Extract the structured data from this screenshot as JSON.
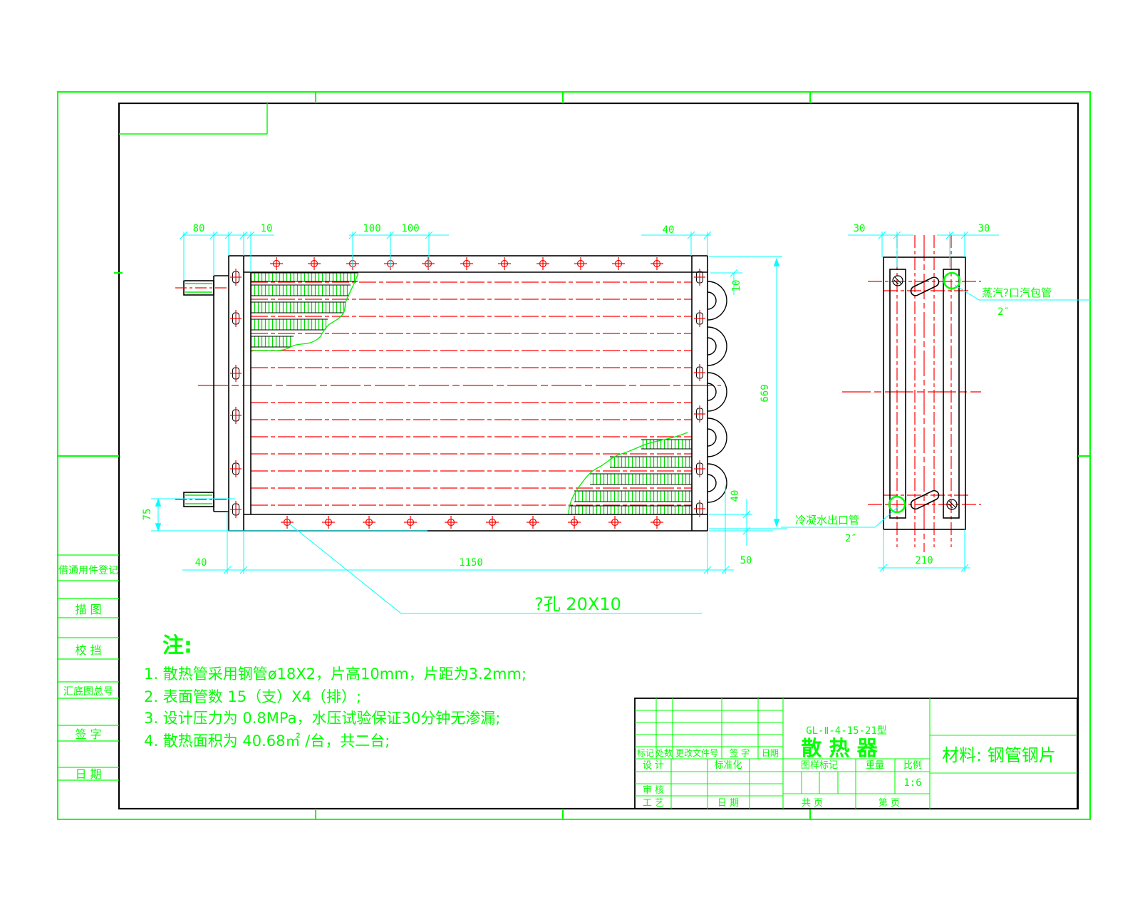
{
  "drawing": {
    "sidebar": [
      "借通用件登记",
      "描  图",
      "校  挡",
      "汇底图总号",
      "签  字",
      "日  期"
    ],
    "dims": {
      "d80": "80",
      "d10_top": "10",
      "d100a": "100",
      "d100b": "100",
      "d40_top": "40",
      "d30_left": "30",
      "d30_right": "30",
      "d10_right": "10",
      "d669": "669",
      "d40_right": "40",
      "d75": "75",
      "d40_bottom": "40",
      "d1150": "1150",
      "d50": "50",
      "d210": "210"
    },
    "annotations": {
      "hole_note": "?孔 20X10",
      "steam_inlet": "蒸汽?口汽包管",
      "steam_size": "2″",
      "condensate_outlet": "冷凝水出口管",
      "condensate_size": "2″"
    },
    "notes": {
      "title": "注:",
      "items": [
        "1.  散热管采用钢管ø18X2，片高10mm，片距为3.2mm;",
        "2.  表面管数 15（支）X4（排）;",
        "3.  设计压力为 0.8MPa，水压试验保证30分钟无渗漏;",
        "4.  散热面积为 40.68㎡ /台，共二台;"
      ]
    },
    "title_block": {
      "model": "GL-Ⅱ-4-15-21型",
      "name": "散  热  器",
      "material": "材料: 钢管钢片",
      "cols": {
        "mark": "标记",
        "count": "处数",
        "change_doc": "更改文件号",
        "sign": "签 字",
        "date": "日期"
      },
      "rows": {
        "design": "设 计",
        "standard": "标准化",
        "review": "审 核",
        "process": "工 艺",
        "date": "日 期"
      },
      "drawing_mark": "图样标记",
      "weight": "重量",
      "scale": "比例",
      "scale_value": "1:6",
      "pages_total": "共  页",
      "page_no": "第  页"
    },
    "colors": {
      "line_green": "#00ff00",
      "line_red": "#ff0000",
      "line_cyan": "#00ffff",
      "line_black": "#000000"
    }
  }
}
